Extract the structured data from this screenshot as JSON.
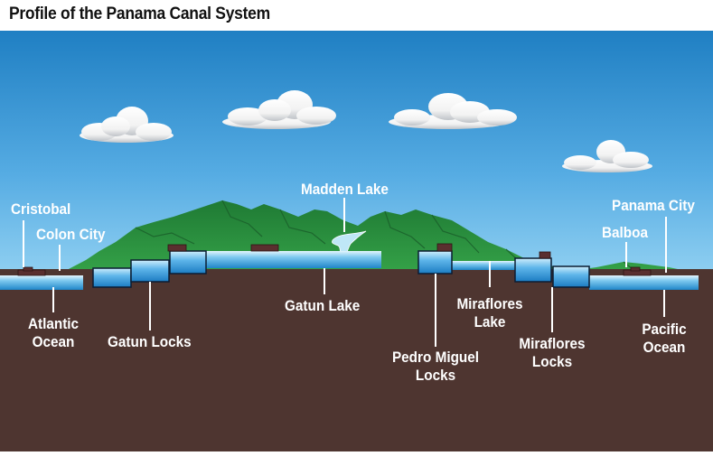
{
  "title": "Profile of the Panama Canal System",
  "colors": {
    "sky_top": "#1e7fc2",
    "sky_bottom": "#7cc6ee",
    "ground": "#4e3530",
    "mountains": "#2e8b3e",
    "water": "#3aa2dd",
    "lock_fill": "#3f9fe0",
    "cloud": "#ffffff",
    "leader_line": "#ffffff"
  },
  "labels": {
    "cristobal": "Cristobal",
    "colon_city": "Colon City",
    "madden_lake": "Madden Lake",
    "panama_city": "Panama City",
    "balboa": "Balboa",
    "atlantic_ocean_1": "Atlantic",
    "atlantic_ocean_2": "Ocean",
    "gatun_locks": "Gatun Locks",
    "gatun_lake": "Gatun Lake",
    "pedro_miguel_1": "Pedro Miguel",
    "pedro_miguel_2": "Locks",
    "miraflores_lake_1": "Miraflores",
    "miraflores_lake_2": "Lake",
    "miraflores_locks_1": "Miraflores",
    "miraflores_locks_2": "Locks",
    "pacific_ocean_1": "Pacific",
    "pacific_ocean_2": "Ocean"
  }
}
